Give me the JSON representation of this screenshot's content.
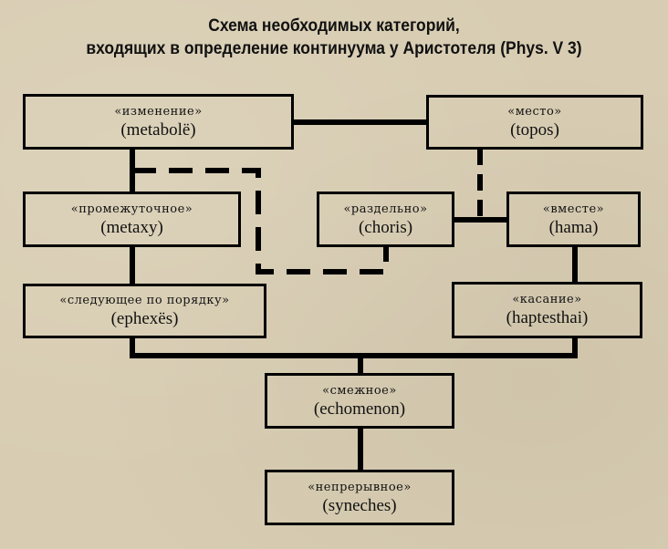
{
  "title": {
    "line1": "Схема необходимых категорий,",
    "line2": "входящих в определение континуума у Аристотеля (Phys. V 3)"
  },
  "nodes": {
    "metabole": {
      "ru": "«изменение»",
      "gr": "(metabolë)"
    },
    "topos": {
      "ru": "«место»",
      "gr": "(topos)"
    },
    "metaxy": {
      "ru": "«промежуточное»",
      "gr": "(metaxy)"
    },
    "choris": {
      "ru": "«раздельно»",
      "gr": "(choris)"
    },
    "hama": {
      "ru": "«вместе»",
      "gr": "(hama)"
    },
    "ephexes": {
      "ru": "«следующее по порядку»",
      "gr": "(ephexës)"
    },
    "haptesthai": {
      "ru": "«касание»",
      "gr": "(haptesthai)"
    },
    "echomenon": {
      "ru": "«смежное»",
      "gr": "(echomenon)"
    },
    "syneches": {
      "ru": "«непрерывное»",
      "gr": "(syneches)"
    }
  },
  "edges": [
    {
      "from": "metabole",
      "to": "topos",
      "style": "solid"
    },
    {
      "from": "metabole",
      "to": "metaxy",
      "style": "solid"
    },
    {
      "from": "metabole",
      "to": "choris",
      "style": "dashed"
    },
    {
      "from": "topos",
      "to": "choris-hama",
      "style": "dashed"
    },
    {
      "from": "choris",
      "to": "hama",
      "style": "solid"
    },
    {
      "from": "metaxy",
      "to": "ephexes",
      "style": "solid"
    },
    {
      "from": "hama",
      "to": "haptesthai",
      "style": "solid"
    },
    {
      "from": "ephexes",
      "to": "echomenon",
      "style": "solid"
    },
    {
      "from": "haptesthai",
      "to": "echomenon",
      "style": "solid"
    },
    {
      "from": "echomenon",
      "to": "syneches",
      "style": "solid"
    }
  ],
  "colors": {
    "background": "#d8cdb2",
    "ink": "#000000"
  }
}
